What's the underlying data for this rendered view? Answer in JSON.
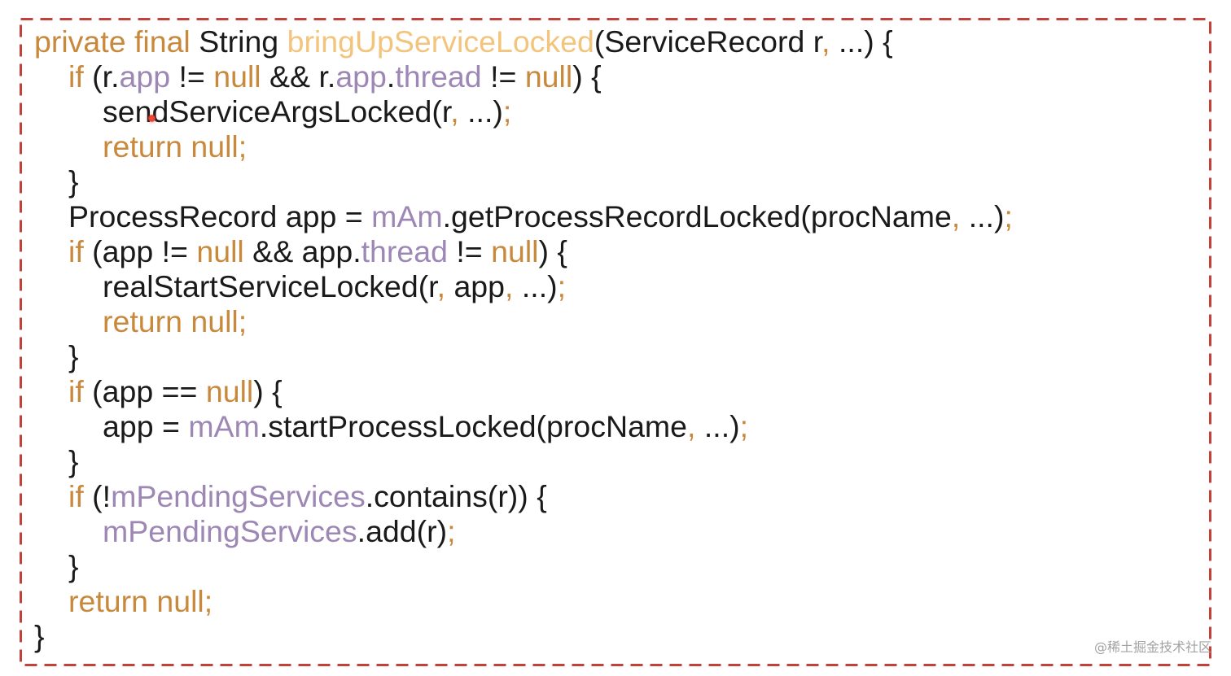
{
  "code": {
    "lines": [
      {
        "tokens": [
          {
            "keyword": "private final"
          },
          {
            "plain": " String "
          },
          {
            "method": "bringUpServiceLocked"
          },
          {
            "plain": "(ServiceRecord r"
          },
          {
            "keyword": ","
          },
          {
            "plain": " ...) {"
          }
        ]
      },
      {
        "tokens": [
          {
            "keyword": "if"
          },
          {
            "plain": " (r."
          },
          {
            "field": "app"
          },
          {
            "plain": " != "
          },
          {
            "keyword": "null"
          },
          {
            "plain": " && r."
          },
          {
            "field": "app"
          },
          {
            "plain": "."
          },
          {
            "field": "thread"
          },
          {
            "plain": " != "
          },
          {
            "keyword": "null"
          },
          {
            "plain": ") {"
          }
        ]
      },
      {
        "tokens": [
          {
            "plain": "sendServiceArgsLocked(r"
          },
          {
            "keyword": ","
          },
          {
            "plain": " ...)"
          },
          {
            "keyword": ";"
          }
        ]
      },
      {
        "tokens": [
          {
            "keyword": "return null;"
          }
        ]
      },
      {
        "tokens": [
          {
            "plain": "}"
          }
        ]
      },
      {
        "tokens": [
          {
            "plain": "ProcessRecord app = "
          },
          {
            "field": "mAm"
          },
          {
            "plain": ".getProcessRecordLocked(procName"
          },
          {
            "keyword": ","
          },
          {
            "plain": " ...)"
          },
          {
            "keyword": ";"
          }
        ]
      },
      {
        "tokens": [
          {
            "keyword": "if"
          },
          {
            "plain": " (app != "
          },
          {
            "keyword": "null"
          },
          {
            "plain": " && app."
          },
          {
            "field": "thread"
          },
          {
            "plain": " != "
          },
          {
            "keyword": "null"
          },
          {
            "plain": ") {"
          }
        ]
      },
      {
        "tokens": [
          {
            "plain": "realStartServiceLocked(r"
          },
          {
            "keyword": ","
          },
          {
            "plain": " app"
          },
          {
            "keyword": ","
          },
          {
            "plain": " ...)"
          },
          {
            "keyword": ";"
          }
        ]
      },
      {
        "tokens": [
          {
            "keyword": "return null;"
          }
        ]
      },
      {
        "tokens": [
          {
            "plain": "}"
          }
        ]
      },
      {
        "tokens": [
          {
            "keyword": "if"
          },
          {
            "plain": " (app == "
          },
          {
            "keyword": "null"
          },
          {
            "plain": ") {"
          }
        ]
      },
      {
        "tokens": [
          {
            "plain": "app = "
          },
          {
            "field": "mAm"
          },
          {
            "plain": ".startProcessLocked(procName"
          },
          {
            "keyword": ","
          },
          {
            "plain": " ...)"
          },
          {
            "keyword": ";"
          }
        ]
      },
      {
        "tokens": [
          {
            "plain": "}"
          }
        ]
      },
      {
        "tokens": [
          {
            "keyword": "if"
          },
          {
            "plain": " (!"
          },
          {
            "field": "mPendingServices"
          },
          {
            "plain": ".contains(r)) {"
          }
        ]
      },
      {
        "tokens": [
          {
            "field": "mPendingServices"
          },
          {
            "plain": ".add(r)"
          },
          {
            "keyword": ";"
          }
        ]
      },
      {
        "tokens": [
          {
            "plain": "}"
          }
        ]
      },
      {
        "tokens": [
          {
            "keyword": "return null;"
          }
        ]
      },
      {
        "tokens": [
          {
            "plain": "}"
          }
        ]
      }
    ]
  },
  "colors": {
    "plain": "#1a1a1a",
    "keyword": "#c8893c",
    "method": "#f3c47b",
    "field": "#9d87b5",
    "frame": "#c4403a",
    "watermark": "#a2a2a2"
  },
  "watermark": "@稀土掘金技术社区"
}
